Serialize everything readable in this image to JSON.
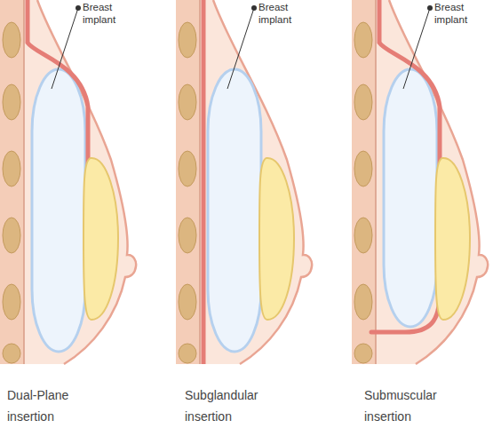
{
  "diagram": {
    "labels": [
      "Breast implant",
      "Breast implant",
      "Breast implant",
      "Dual-Plane insertion",
      "Subglandular insertion",
      "Submuscular insertion"
    ]
  }
}
